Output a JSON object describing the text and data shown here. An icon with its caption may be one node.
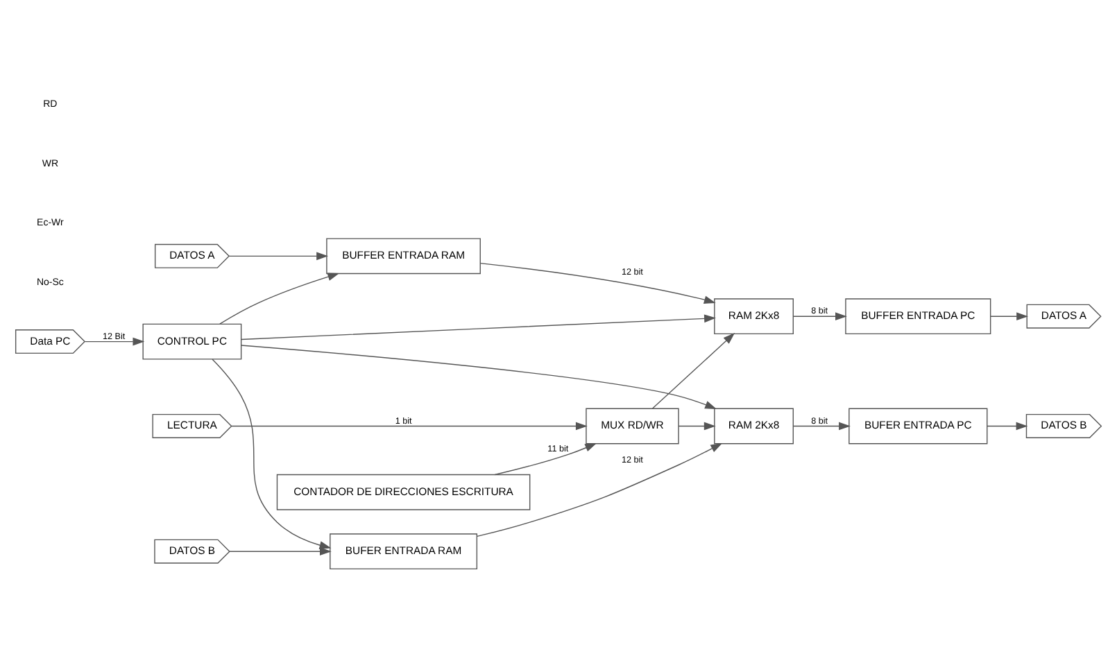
{
  "diagram": {
    "nodes": [
      {
        "text": [
          "CONTROL PC"
        ]
      },
      {
        "text": [
          "Data PC"
        ]
      },
      {
        "text": [
          "DATOS A"
        ]
      },
      {
        "text": [
          "BUFFER ENTRADA RAM"
        ]
      },
      {
        "text": [
          "RAM 2Kx8"
        ]
      },
      {
        "text": [
          "BUFFER ENTRADA PC"
        ]
      },
      {
        "text": [
          "DATOS A"
        ]
      },
      {
        "text": [
          "DATOS B"
        ]
      },
      {
        "text": [
          "BUFER ENTRADA RAM"
        ]
      },
      {
        "text": [
          "RAM 2Kx8"
        ]
      },
      {
        "text": [
          "BUFER ENTRADA PC"
        ]
      },
      {
        "text": [
          "DATOS B"
        ]
      },
      {
        "text": [
          "CONTADOR DE DIRECCIONES ESCRITURA"
        ]
      },
      {
        "text": [
          "MUX RD/WR"
        ]
      },
      {
        "text": [
          "LECTURA"
        ]
      }
    ],
    "edges": [
      {
        "from": 1,
        "to": 0,
        "arrow": "to",
        "label": "12 Bit"
      },
      {
        "from": 0,
        "to": 3,
        "arrow": "to"
      },
      {
        "from": 0,
        "to": 8,
        "arrow": "to"
      },
      {
        "from": 0,
        "to": 4,
        "arrow": "to"
      },
      {
        "from": 0,
        "to": 9,
        "arrow": "to"
      },
      {
        "from": 2,
        "to": 3,
        "arrow": "to"
      },
      {
        "from": 7,
        "to": 8,
        "arrow": "to"
      },
      {
        "from": 3,
        "to": 4,
        "arrow": "to",
        "label": "12 bit"
      },
      {
        "from": 8,
        "to": 9,
        "arrow": "to",
        "label": "12 bit"
      },
      {
        "from": 4,
        "to": 5,
        "arrow": "to",
        "label": "8 bit"
      },
      {
        "from": 9,
        "to": 10,
        "arrow": "to",
        "label": "8 bit"
      },
      {
        "from": 5,
        "to": 6,
        "arrow": "to"
      },
      {
        "from": 10,
        "to": 11,
        "arrow": "to"
      },
      {
        "from": 12,
        "to": 13,
        "arrow": "to",
        "label": "11 bit"
      },
      {
        "from": 14,
        "to": 13,
        "arrow": "to",
        "label": "1 bit"
      },
      {
        "from": 13,
        "to": 4,
        "arrow": "to"
      },
      {
        "from": 13,
        "to": 9,
        "arrow": "to"
      }
    ],
    "labels": [
      "No-Sc",
      "Ec-Wr",
      "WR",
      "RD"
    ]
  }
}
